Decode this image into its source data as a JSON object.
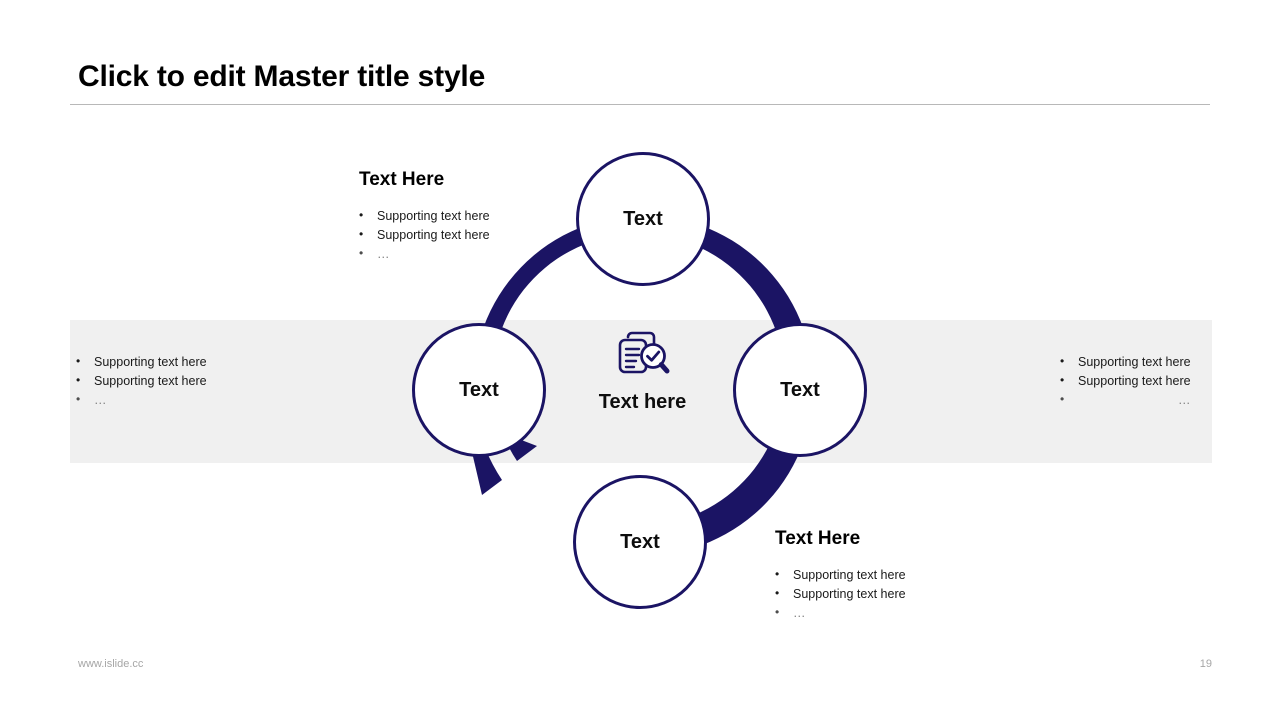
{
  "slide": {
    "title": "Click to edit Master title style",
    "accent_color": "#1b1464",
    "band_color": "#f0f0f0",
    "background_color": "#ffffff"
  },
  "diagram": {
    "type": "cycle-4-step",
    "center": {
      "icon": "document-review-magnifier-check-icon",
      "label": "Text here"
    },
    "nodes": [
      {
        "position": "top",
        "label": "Text"
      },
      {
        "position": "right",
        "label": "Text"
      },
      {
        "position": "bottom",
        "label": "Text"
      },
      {
        "position": "left",
        "label": "Text"
      }
    ],
    "arrow_direction": "counter-clockwise",
    "arrowhead_position": "lower-left"
  },
  "blocks": {
    "top_left": {
      "heading": "Text Here",
      "bullets": [
        "Supporting  text here",
        "Supporting  text here",
        "…"
      ]
    },
    "left": {
      "heading": "",
      "bullets": [
        "Supporting  text here",
        "Supporting  text here",
        "…"
      ]
    },
    "right": {
      "heading": "",
      "bullets": [
        "Supporting  text here",
        "Supporting  text here",
        "…"
      ]
    },
    "bottom_right": {
      "heading": "Text Here",
      "bullets": [
        "Supporting  text here",
        "Supporting  text here",
        "…"
      ]
    }
  },
  "footer": {
    "website": "www.islide.cc",
    "page_number": "19"
  }
}
